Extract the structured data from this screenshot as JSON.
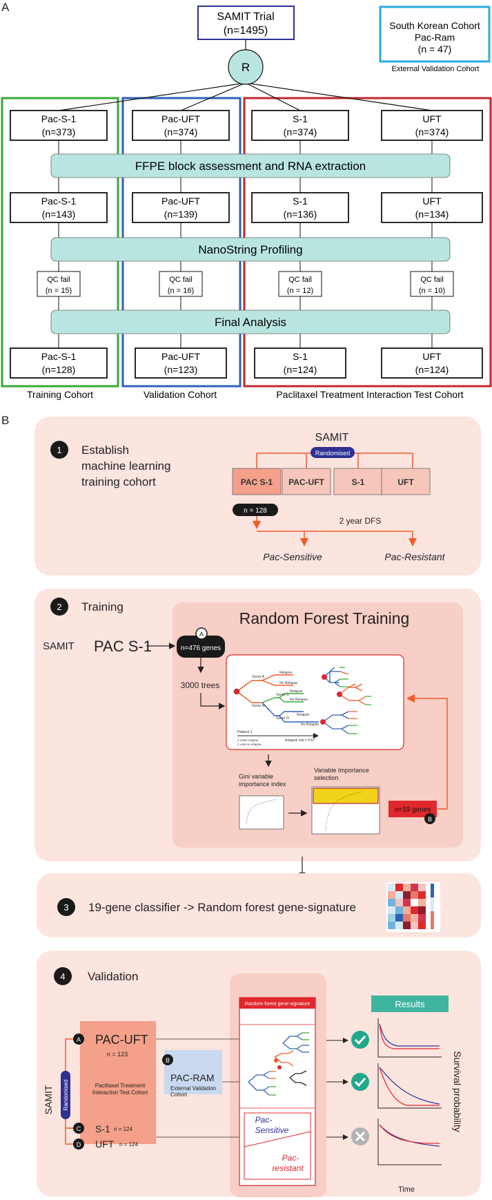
{
  "panelA": {
    "label": "A",
    "trial_title": "SAMIT Trial",
    "trial_n": "(n=1495)",
    "r_label": "R",
    "ext": {
      "line1": "South Korean Cohort",
      "line2": "Pac-Ram",
      "line3": "(n = 47)",
      "caption": "External Validation Cohort"
    },
    "arms": [
      {
        "name": "Pac-S-1",
        "n1": "(n=373)",
        "n2": "(n=143)",
        "qc": "(n = 15)",
        "n3": "(n=128)"
      },
      {
        "name": "Pac-UFT",
        "n1": "(n=374)",
        "n2": "(n=139)",
        "qc": "(n = 16)",
        "n3": "(n=123)"
      },
      {
        "name": "S-1",
        "n1": "(n=374)",
        "n2": "(n=136)",
        "qc": "(n = 12)",
        "n3": "(n=124)"
      },
      {
        "name": "UFT",
        "n1": "(n=374)",
        "n2": "(n=134)",
        "qc": "(n = 10)",
        "n3": "(n=124)"
      }
    ],
    "qc_label": "QC fail",
    "bar1": "FFPE block assessment and RNA extraction",
    "bar2": "NanoString Profiling",
    "bar3": "Final Analysis",
    "cohorts": {
      "training": "Training Cohort",
      "validation": "Validation Cohort",
      "test": "Paclitaxel Treatment Interaction Test Cohort"
    },
    "colors": {
      "training": "#3aa935",
      "validation": "#2f62b5",
      "test": "#c0272d",
      "trial": "#2e3192",
      "ext": "#29abe2",
      "bar": "#b9e5e0"
    }
  },
  "panelB": {
    "label": "B",
    "step1": {
      "num": "1",
      "title_l1": "Establish",
      "title_l2": "machine learning",
      "title_l3": "training cohort",
      "samit": "SAMIT",
      "randomised": "Randomised",
      "arms": [
        "PAC S-1",
        "PAC-UFT",
        "S-1",
        "UFT"
      ],
      "n_badge": "n = 128",
      "dfs": "2 year DFS",
      "sensitive": "Pac-Sensitive",
      "resistant": "Pac-Resistant"
    },
    "step2": {
      "num": "2",
      "title": "Training",
      "samit": "SAMIT",
      "pac": "PAC S-1",
      "rf_title": "Random Forest Training",
      "badge_a": "A",
      "genes": "n=476 genes",
      "trees": "3000 trees",
      "gene_a": "Gene A",
      "gene_b": "Gene B",
      "gene_c": "Gene C",
      "gene_d": "Gene D",
      "relapse": "Relapse",
      "no_relapse": "No Relapse",
      "patient": "Patient 1",
      "votes1": "2 votes relapse",
      "votes2": "1 vote no relapse",
      "risk": "Relapse risk = 0.67",
      "gini_l1": "Gini variable",
      "gini_l2": "importance index",
      "vis_l1": "Variable Importance",
      "vis_l2": "selection",
      "n19": "n=19 genes",
      "badge_b": "B"
    },
    "step3": {
      "num": "3",
      "title": "19-gene classifier -> Random forest gene-signature"
    },
    "step4": {
      "num": "4",
      "title": "Validation",
      "samit": "SAMIT",
      "randomised": "Randomised",
      "pac_uft": "PAC-UFT",
      "n123": "n = 123",
      "cohort_l1": "Paclitaxel Treatment",
      "cohort_l2": "Interaction Test Cohort",
      "s1": "S-1",
      "uft": "UFT",
      "n124a": "n = 124",
      "n124b": "n = 124",
      "pac_ram": "PAC-RAM",
      "ext_l1": "External Validation",
      "ext_l2": "Cohort",
      "badge_a": "A",
      "badge_b": "B",
      "badge_c": "C",
      "badge_d": "D",
      "rf_sig": "Random forest gene-signature",
      "pac_sens_l1": "Pac-",
      "pac_sens_l2": "Sensitive",
      "pac_res_l1": "Pac-",
      "pac_res_l2": "resistant",
      "results": "Results",
      "survival": "Survival probability",
      "time": "Time"
    }
  }
}
